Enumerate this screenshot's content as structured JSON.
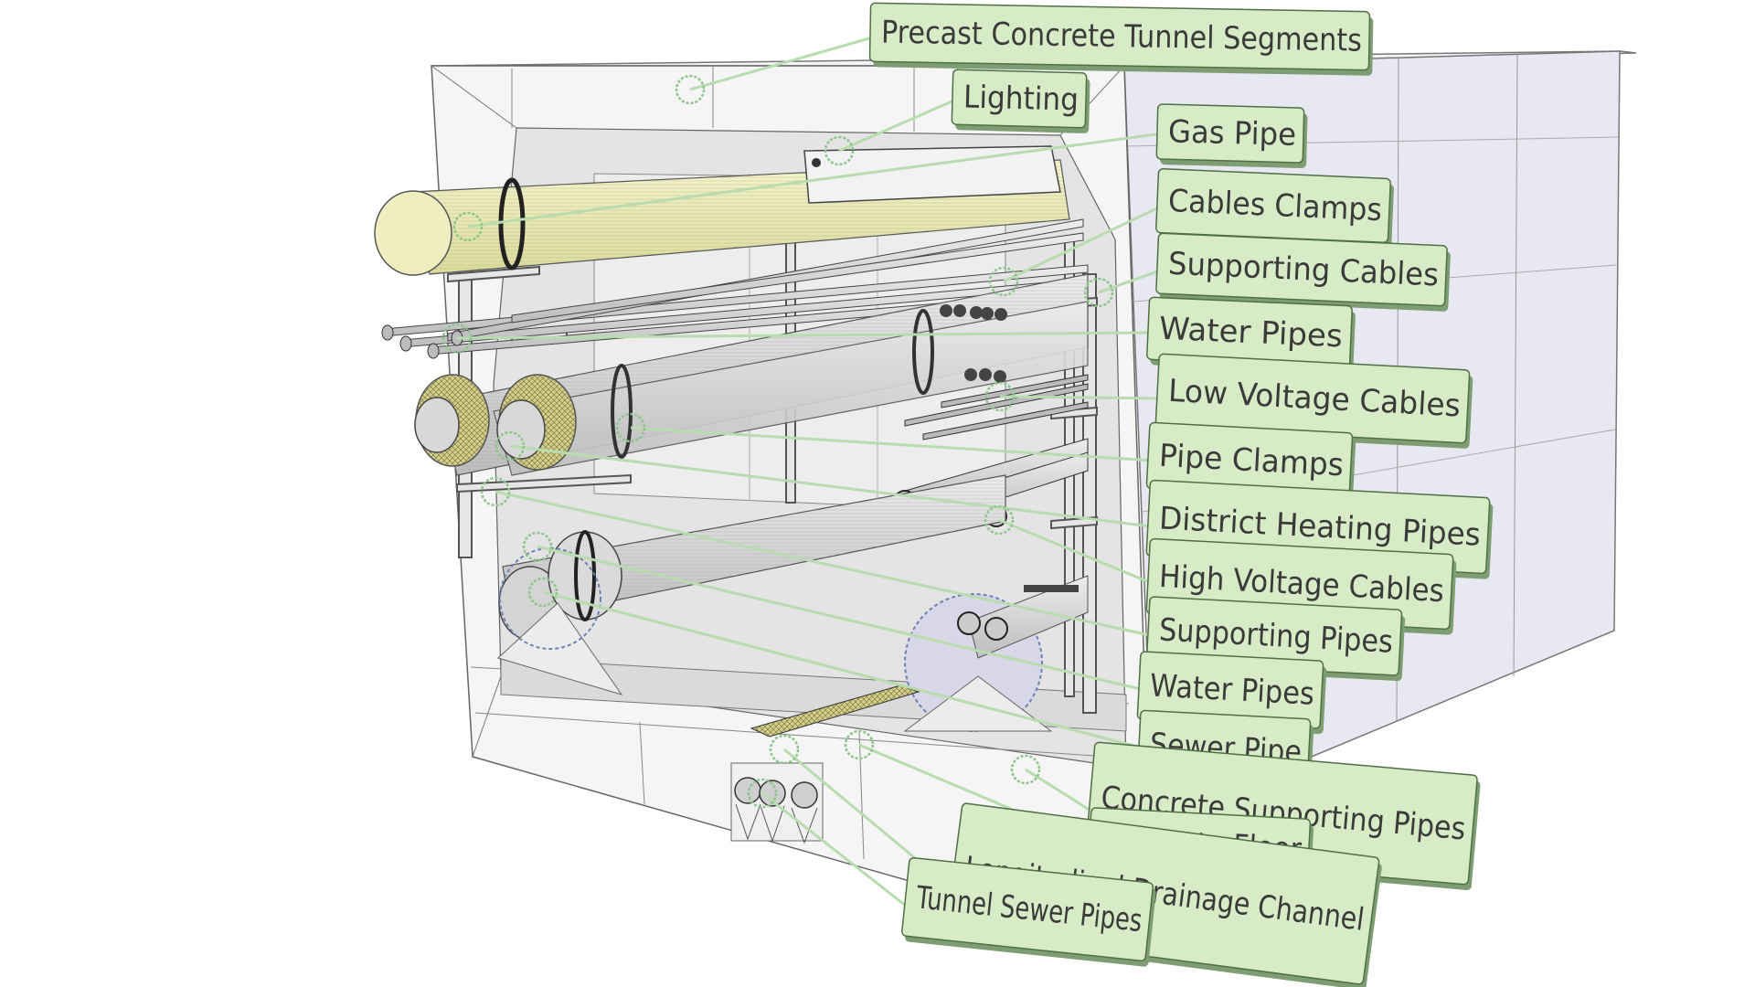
{
  "labels": [
    {
      "id": "precast-concrete-tunnel-segments",
      "text": "Precast Concrete Tunnel Segments"
    },
    {
      "id": "lighting",
      "text": "Lighting"
    },
    {
      "id": "gas-pipe",
      "text": "Gas Pipe"
    },
    {
      "id": "cables-clamps",
      "text": "Cables Clamps"
    },
    {
      "id": "supporting-cables",
      "text": "Supporting Cables"
    },
    {
      "id": "water-pipes-upper",
      "text": "Water Pipes"
    },
    {
      "id": "low-voltage-cables",
      "text": "Low Voltage Cables"
    },
    {
      "id": "pipe-clamps",
      "text": "Pipe Clamps"
    },
    {
      "id": "district-heating-pipes",
      "text": "District Heating Pipes"
    },
    {
      "id": "high-voltage-cables",
      "text": "High Voltage Cables"
    },
    {
      "id": "supporting-pipes",
      "text": "Supporting Pipes"
    },
    {
      "id": "water-pipes-lower",
      "text": "Water Pipes"
    },
    {
      "id": "sewer-pipe",
      "text": "Sewer Pipe"
    },
    {
      "id": "concrete-supporting-pipes",
      "text": "Concrete Supporting Pipes"
    },
    {
      "id": "concrete-floor",
      "text": "Concrete Floor"
    },
    {
      "id": "longitudinal-drainage-channel",
      "text": "Longitudinal Drainage Channel"
    },
    {
      "id": "tunnel-sewer-pipes",
      "text": "Tunnel Sewer Pipes"
    }
  ],
  "colors": {
    "label_fill": "#d7ecc6",
    "label_stroke": "#4f6f45",
    "leader": "#b7dcae",
    "concrete": "#f2f2f2",
    "side_wall": "#e9e9f3",
    "gas_pipe": "#efefb2",
    "pipe": "#d9d9d9",
    "insulation": "#cfc79a"
  }
}
